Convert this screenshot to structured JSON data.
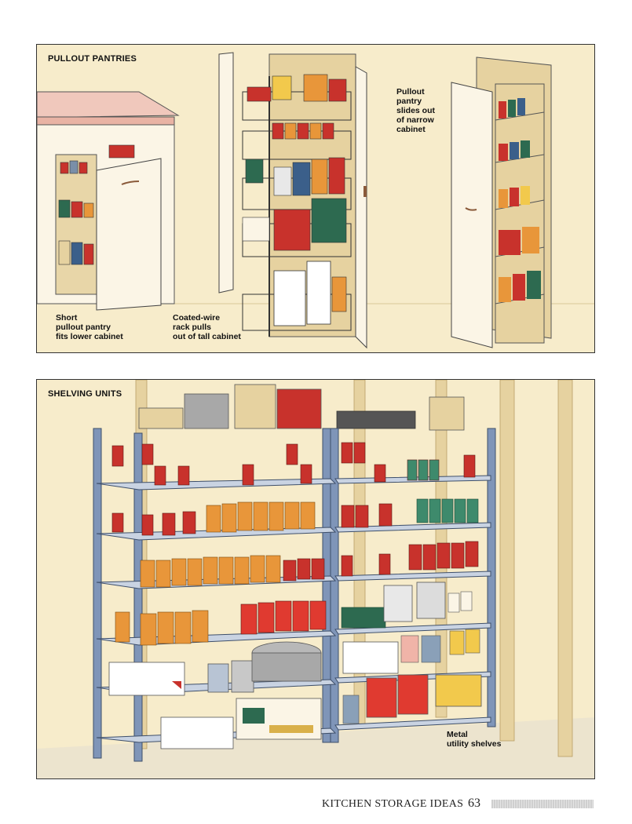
{
  "pullout": {
    "heading": "PULLOUT PANTRIES",
    "captions": {
      "short": "Short\npullout pantry\nfits lower cabinet",
      "coated": "Coated-wire\nrack pulls\nout of tall cabinet",
      "narrow": "Pullout\npantry\nslides out\nof narrow\ncabinet"
    }
  },
  "shelving": {
    "heading": "SHELVING UNITS",
    "caption": "Metal\nutility shelves"
  },
  "footer": {
    "title": "KITCHEN STORAGE IDEAS",
    "page": "63"
  },
  "colors": {
    "background": "#f7eccb",
    "shelf_frame": "#6d84a8",
    "jar_red": "#c8322c",
    "jar_orange": "#e8963a",
    "jar_green": "#3e8a6c",
    "cabinet": "#fbf5e6",
    "wood": "#e6d2a0"
  }
}
